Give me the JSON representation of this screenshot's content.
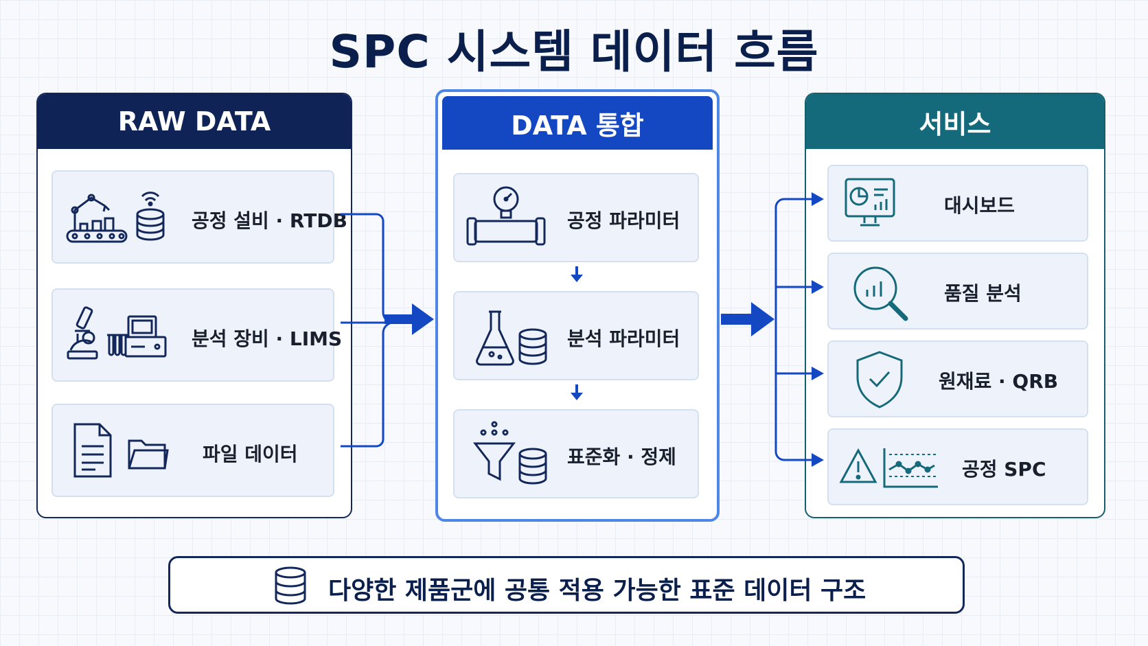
{
  "title": "SPC 시스템 데이터 흐름",
  "colors": {
    "raw_header": "#0f2357",
    "integration_header": "#1447c2",
    "service_header": "#14697a",
    "arrow": "#1447c2",
    "title": "#0b1f4d"
  },
  "raw_data": {
    "header": "RAW DATA",
    "items": [
      {
        "label": "공정 설비 · RTDB",
        "icons": [
          "robot-arm-conveyor-icon",
          "wireless-database-icon"
        ]
      },
      {
        "label": "분석 장비 · LIMS",
        "icons": [
          "microscope-icon",
          "lab-instrument-icon"
        ]
      },
      {
        "label": "파일 데이터",
        "icons": [
          "document-icon",
          "folder-icon"
        ]
      }
    ]
  },
  "integration": {
    "header": "DATA 통합",
    "items": [
      {
        "label": "공정 파라미터",
        "icons": [
          "pressure-gauge-pipe-icon"
        ]
      },
      {
        "label": "분석 파라미터",
        "icons": [
          "flask-icon",
          "database-icon"
        ]
      },
      {
        "label": "표준화 · 정제",
        "icons": [
          "funnel-icon",
          "database-icon"
        ]
      }
    ]
  },
  "services": {
    "header": "서비스",
    "items": [
      {
        "label": "대시보드",
        "icons": [
          "dashboard-monitor-icon"
        ]
      },
      {
        "label": "품질 분석",
        "icons": [
          "magnifier-chart-icon"
        ]
      },
      {
        "label": "원재료 · QRB",
        "icons": [
          "shield-check-icon"
        ]
      },
      {
        "label": "공정 SPC",
        "icons": [
          "warning-icon",
          "control-chart-icon"
        ]
      }
    ]
  },
  "footer": {
    "text": "다양한 제품군에 공통 적용 가능한 표준 데이터 구조",
    "icon": "database-icon"
  }
}
